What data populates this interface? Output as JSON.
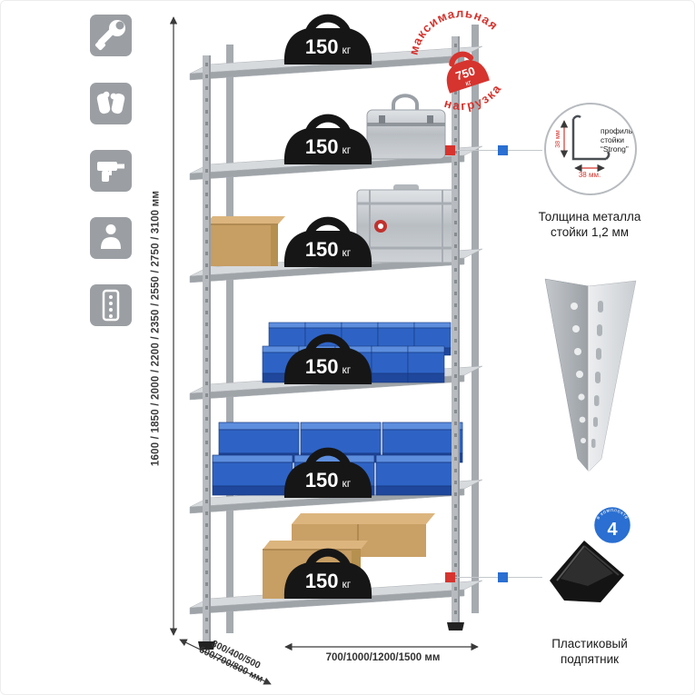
{
  "left_icons": [
    {
      "name": "wrench-icon"
    },
    {
      "name": "gloves-icon"
    },
    {
      "name": "drill-icon"
    },
    {
      "name": "person-icon"
    },
    {
      "name": "rack-profile-icon"
    }
  ],
  "height_dimension": {
    "label": "1600 / 1850 / 2000 / 2200 / 2350 / 2550 / 2750 / 3100 мм"
  },
  "shelves": [
    {
      "load": "150",
      "unit": "кг"
    },
    {
      "load": "150",
      "unit": "кг"
    },
    {
      "load": "150",
      "unit": "кг"
    },
    {
      "load": "150",
      "unit": "кг"
    },
    {
      "load": "150",
      "unit": "кг"
    },
    {
      "load": "150",
      "unit": "кг"
    }
  ],
  "max_load_stamp": {
    "arc_top": "максимальная",
    "arc_bottom": "нагрузка",
    "value": "750",
    "unit": "кг"
  },
  "profile_detail": {
    "line1": "профиль",
    "line2": "стойки",
    "line3": "“Strong”",
    "dim_vertical": "38 мм",
    "dim_horizontal": "38 мм.",
    "caption_line1": "Толщина металла",
    "caption_line2": "стойки 1,2 мм"
  },
  "foot_detail": {
    "badge_value": "4",
    "badge_arc": "в комплекте",
    "caption_line1": "Пластиковый",
    "caption_line2": "подпятник"
  },
  "bottom_dimensions": {
    "depth_line1": "300/400/500",
    "depth_line2": "600/700/800 мм",
    "width": "700/1000/1200/1500 мм"
  },
  "colors": {
    "accent_red": "#d6342e",
    "accent_blue": "#2a6fd1",
    "icon_gray": "#9b9fa3",
    "bin_blue": "#2e63c5"
  }
}
